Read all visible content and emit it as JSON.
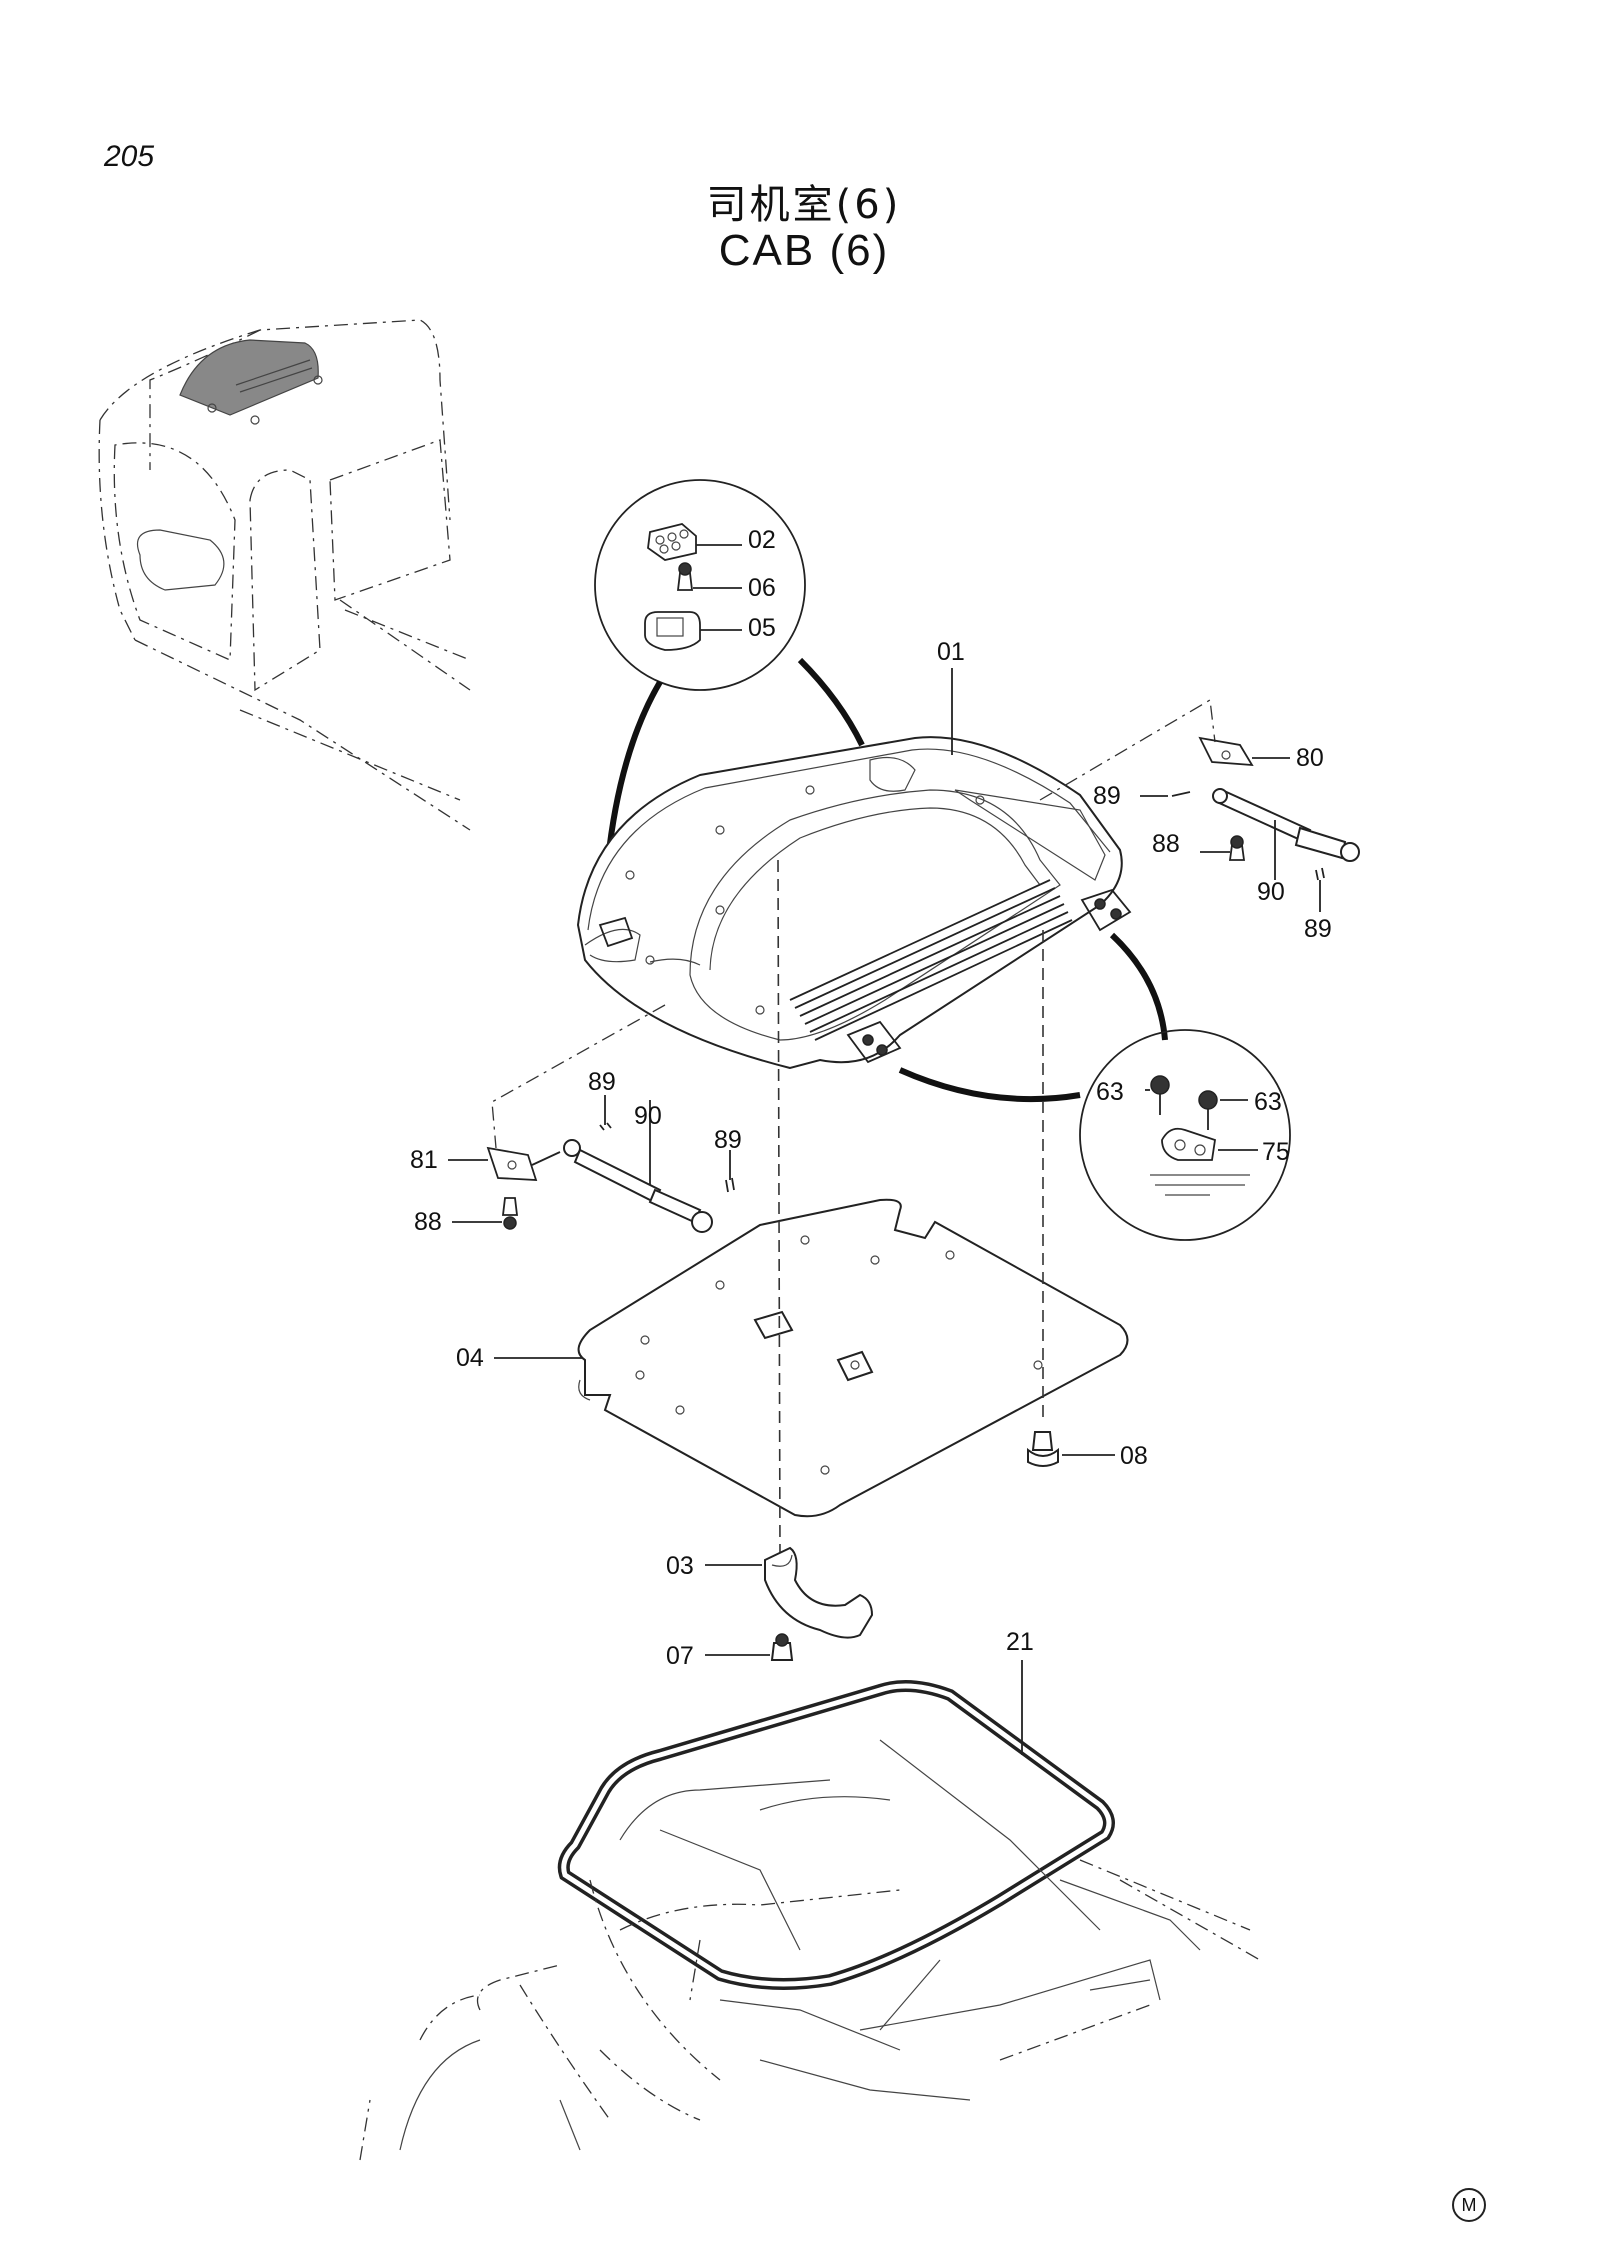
{
  "page_number": "205",
  "title_cn": "司机室(6)",
  "title_en": "CAB (6)",
  "mark": "M",
  "labels": {
    "p02": "02",
    "p06": "06",
    "p05": "05",
    "p01": "01",
    "p80": "80",
    "p89a": "89",
    "p88a": "88",
    "p90a": "90",
    "p89b": "89",
    "p63a": "63",
    "p63b": "63",
    "p75": "75",
    "p89c": "89",
    "p90b": "90",
    "p89d": "89",
    "p81": "81",
    "p88b": "88",
    "p04": "04",
    "p08": "08",
    "p03": "03",
    "p07": "07",
    "p21": "21"
  }
}
